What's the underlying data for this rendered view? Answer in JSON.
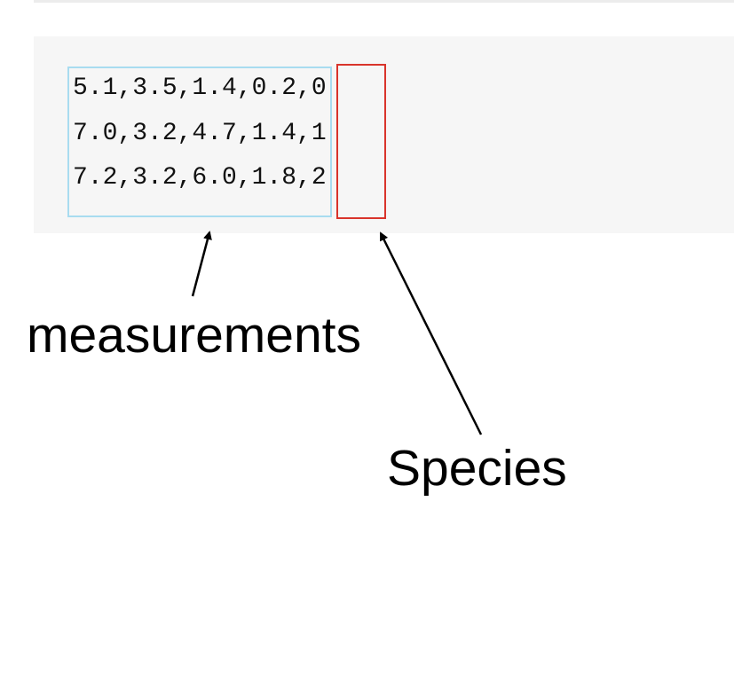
{
  "code_lines": [
    {
      "measurements": "5.1,3.5,1.4,0.2",
      "separator": ",",
      "species": "0"
    },
    {
      "measurements": "7.0,3.2,4.7,1.4",
      "separator": ",",
      "species": "1"
    },
    {
      "measurements": "7.2,3.2,6.0,1.8",
      "separator": ",",
      "species": "2"
    }
  ],
  "annotations": {
    "measurements_label": "measurements",
    "species_label": "Species"
  },
  "colors": {
    "code_background": "#f6f6f6",
    "measurements_box": "#a8dcf0",
    "species_box": "#d9342b",
    "arrow": "#000000"
  }
}
